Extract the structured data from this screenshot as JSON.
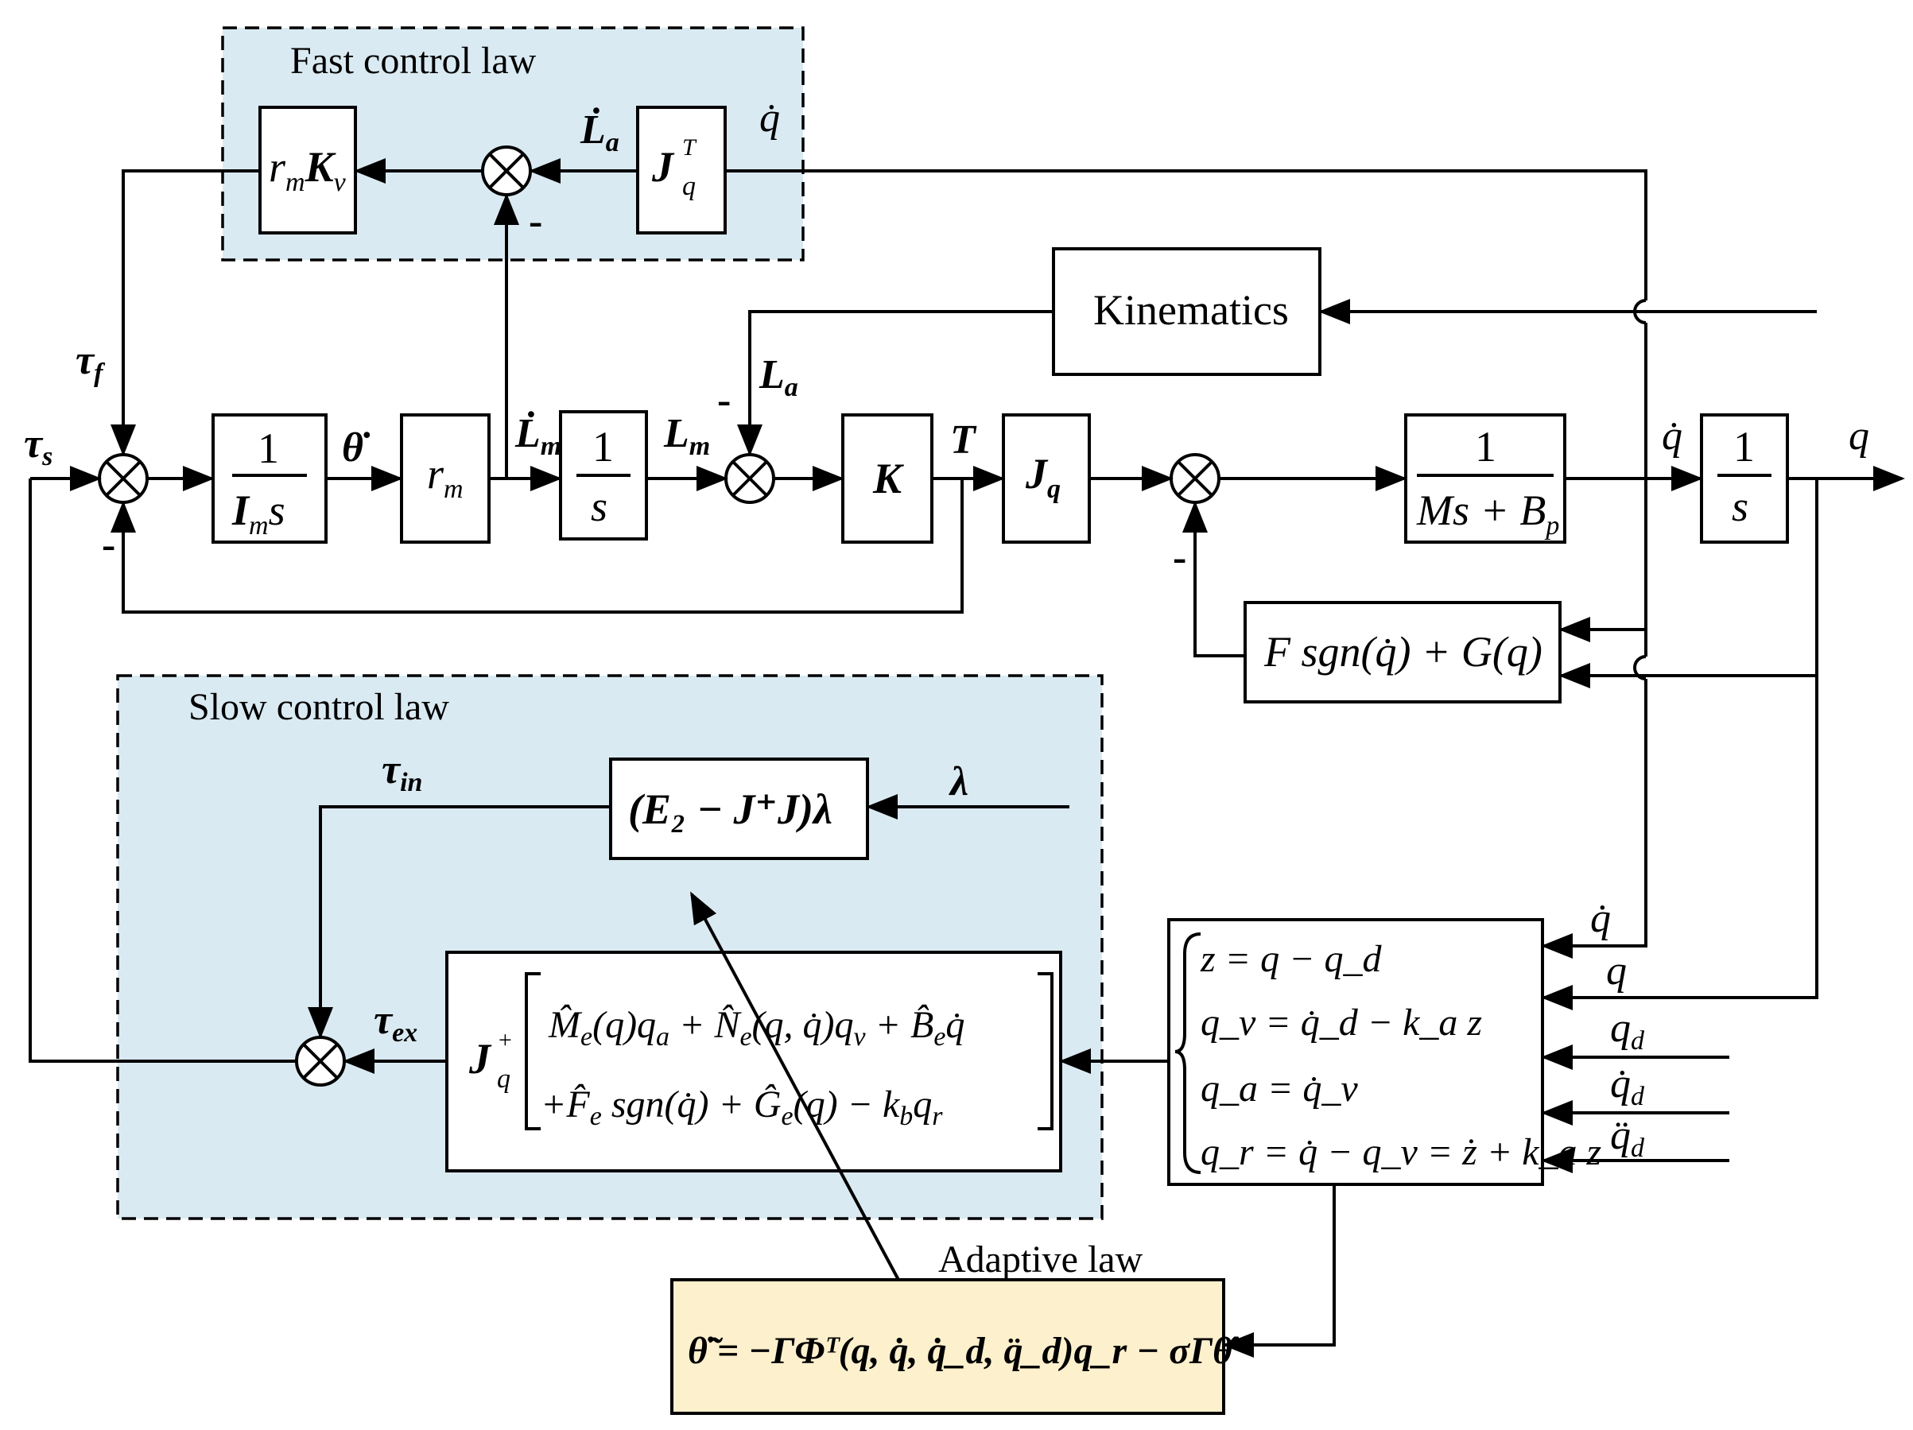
{
  "regions": {
    "fast": {
      "label": "Fast control law",
      "fill": "#daeaf2"
    },
    "slow": {
      "label": "Slow control law",
      "fill": "#daeaf2"
    },
    "adaptive": {
      "label": "Adaptive law",
      "fill": "#fdf0cc"
    }
  },
  "blocks": {
    "kinematics": "Kinematics",
    "friction_gravity": "F sgn(q̇) + G(q)",
    "null_space": "(E₂ − J⁺J)λ",
    "adaptive_eq": "θ̃̇ = −ΓΦᵀ(q, q̇, q̇_d, q̈_d)q_r − σΓθ̂"
  },
  "signals": [
    "τ_s",
    "τ_f",
    "θ̇",
    "L̇_m",
    "L_m",
    "L_a",
    "L̇_a",
    "T",
    "q̇",
    "q",
    "τ_in",
    "τ_ex",
    "λ",
    "q_d",
    "q̇_d",
    "q̈_d"
  ],
  "minus_sign": "-",
  "error_equations": [
    "z = q − q_d",
    "q_v = q̇_d − k_a z",
    "q_a = q̇_v",
    "q_r = q̇ − q_v = ż + k_a z"
  ]
}
